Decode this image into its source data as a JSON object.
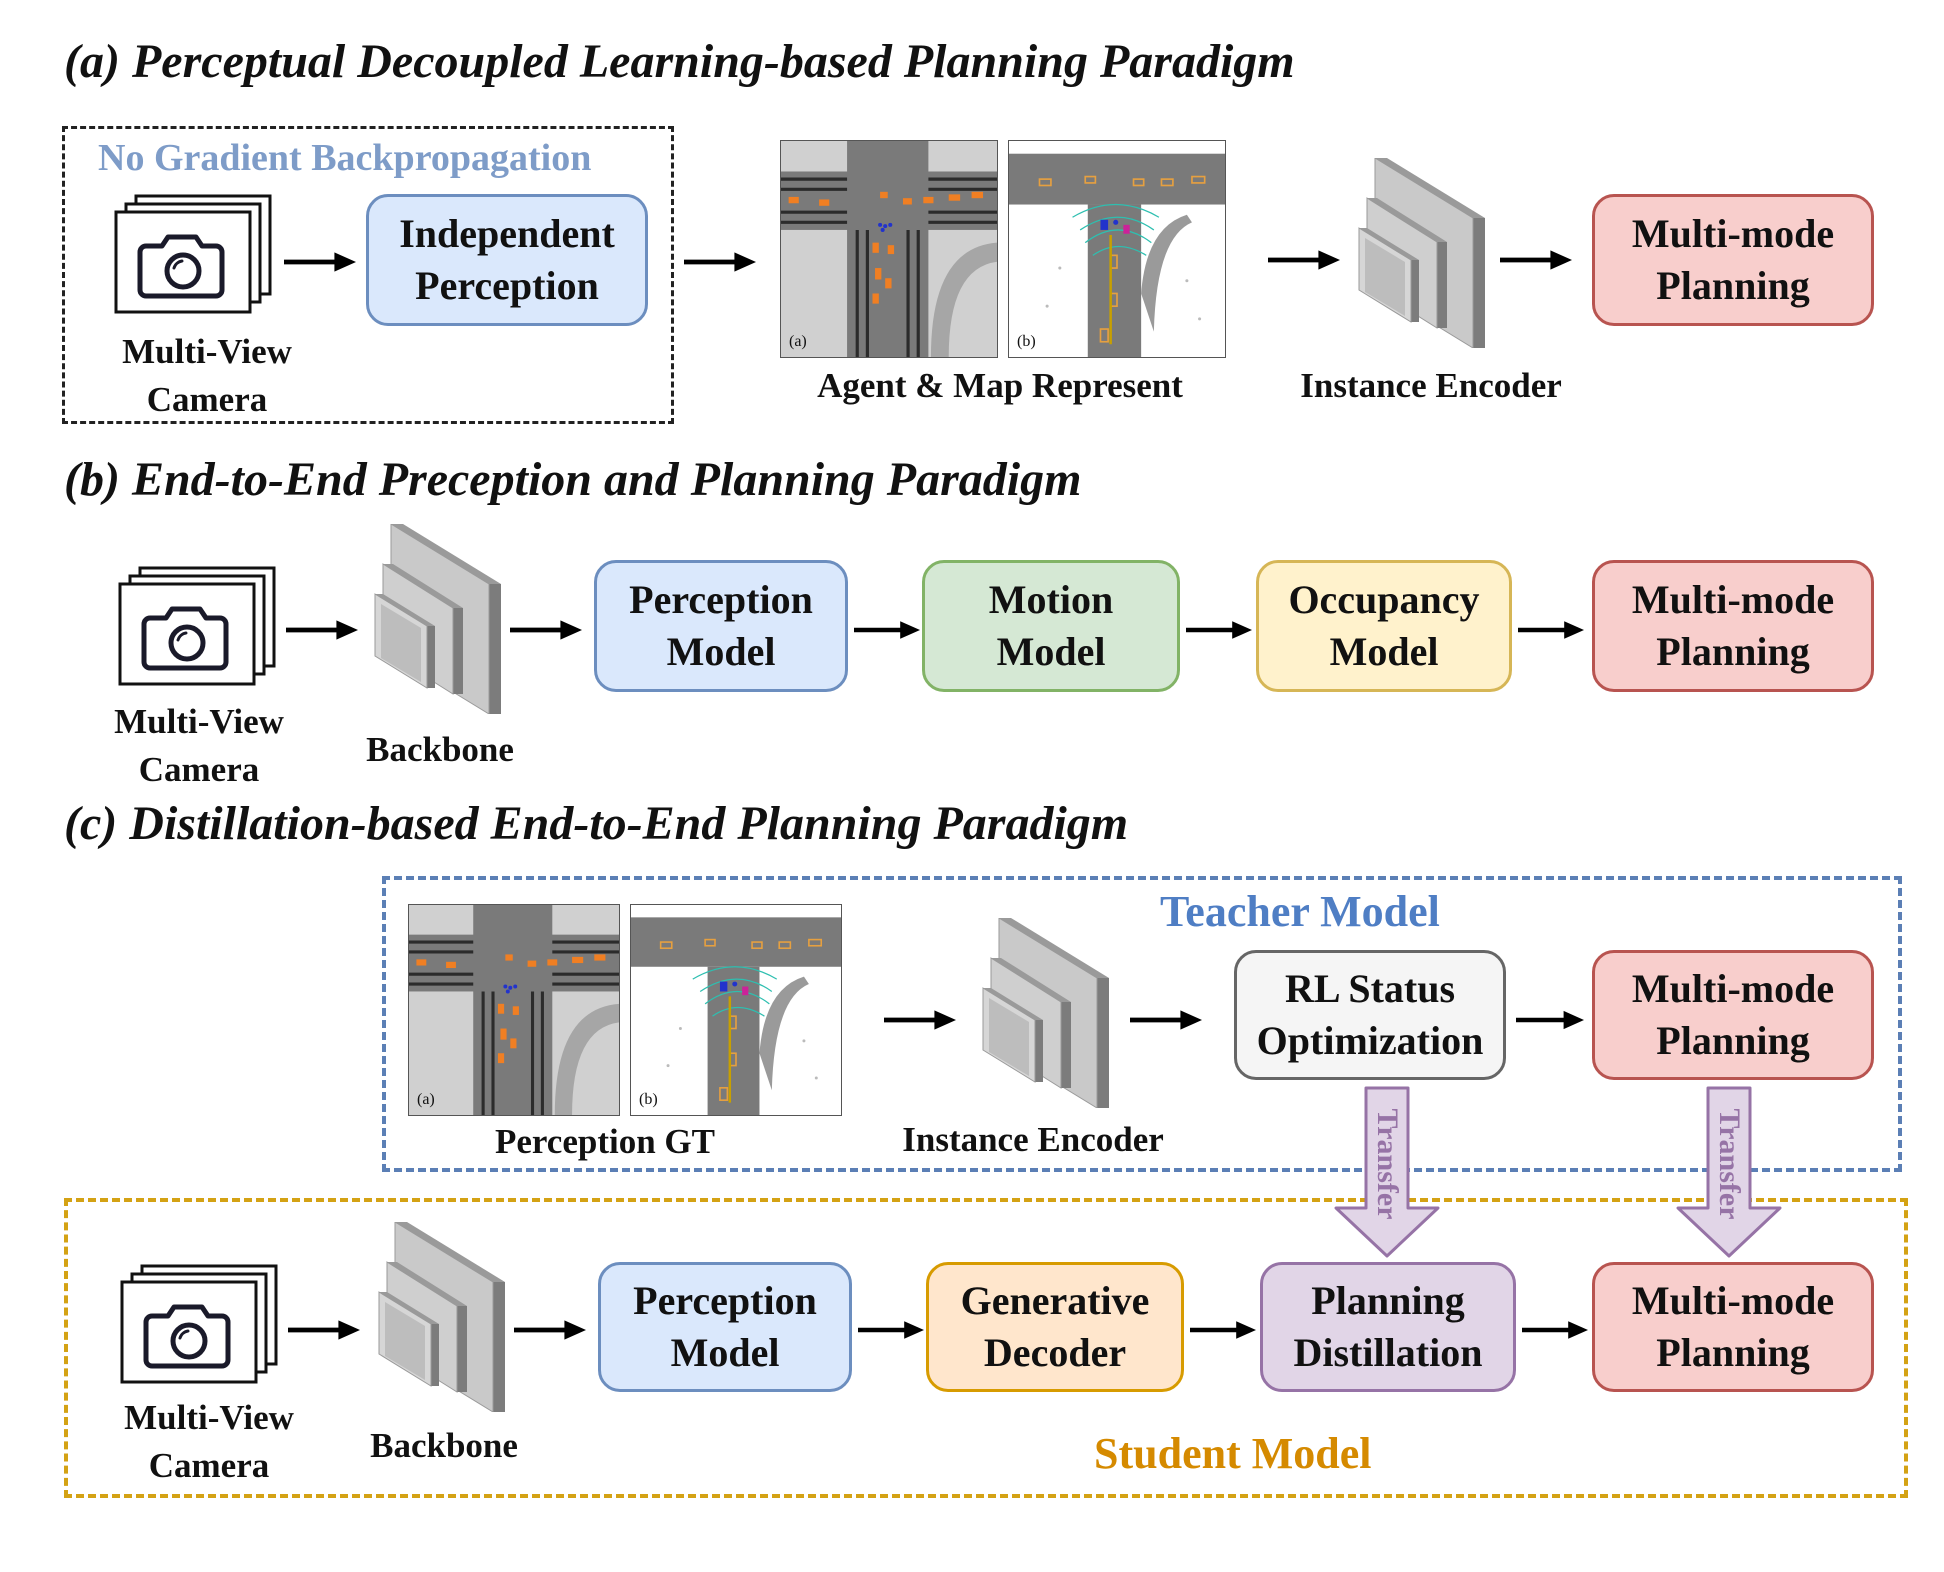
{
  "sections": {
    "a": {
      "title": "(a) Perceptual Decoupled Learning-based Planning Paradigm",
      "no_grad_label": "No Gradient Backpropagation",
      "camera_line1": "Multi-View",
      "camera_line2": "Camera",
      "perception_line1": "Independent",
      "perception_line2": "Perception",
      "maps_label": "Agent & Map Represent",
      "map_a_tag": "(a)",
      "map_b_tag": "(b)",
      "encoder_label": "Instance Encoder",
      "planning_line1": "Multi-mode",
      "planning_line2": "Planning"
    },
    "b": {
      "title": "(b) End-to-End Preception and Planning Paradigm",
      "camera_line1": "Multi-View",
      "camera_line2": "Camera",
      "backbone_label": "Backbone",
      "perception_line1": "Perception",
      "perception_line2": "Model",
      "motion_line1": "Motion",
      "motion_line2": "Model",
      "occupancy_line1": "Occupancy",
      "occupancy_line2": "Model",
      "planning_line1": "Multi-mode",
      "planning_line2": "Planning"
    },
    "c": {
      "title": "(c) Distillation-based End-to-End Planning Paradigm",
      "teacher_label": "Teacher Model",
      "student_label": "Student Model",
      "gt_label": "Perception GT",
      "map_a_tag": "(a)",
      "map_b_tag": "(b)",
      "encoder_label": "Instance Encoder",
      "rl_line1": "RL Status",
      "rl_line2": "Optimization",
      "teacher_planning_line1": "Multi-mode",
      "teacher_planning_line2": "Planning",
      "transfer1": "Transfer",
      "transfer2": "Transfer",
      "camera_line1": "Multi-View",
      "camera_line2": "Camera",
      "backbone_label": "Backbone",
      "perception_line1": "Perception",
      "perception_line2": "Model",
      "decoder_line1": "Generative",
      "decoder_line2": "Decoder",
      "distill_line1": "Planning",
      "distill_line2": "Distillation",
      "student_planning_line1": "Multi-mode",
      "student_planning_line2": "Planning"
    }
  },
  "colors": {
    "no_grad_text": "#7e9cc8",
    "teacher": "#5b7fb5",
    "student": "#d79b00",
    "student_dash": "#d4a214",
    "transfer_fill": "#e1d5e7",
    "transfer_stroke": "#9673a6"
  },
  "icons": [
    "camera-icon",
    "encoder-blocks-icon",
    "right-arrow-icon",
    "transfer-arrow-icon"
  ]
}
